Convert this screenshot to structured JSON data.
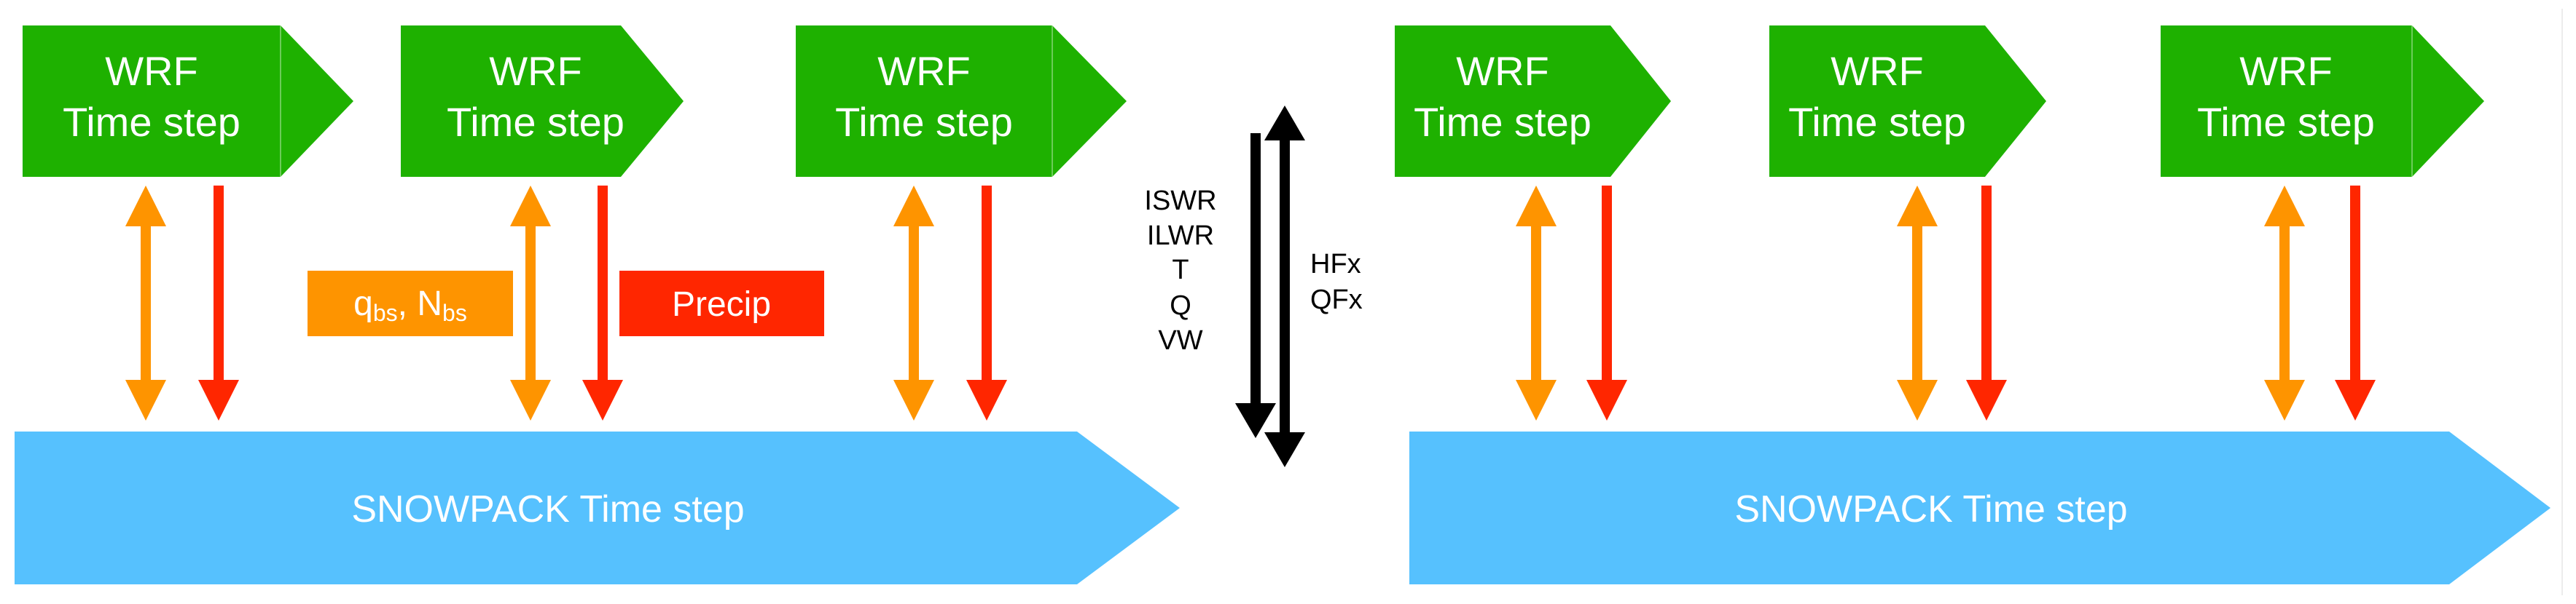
{
  "colors": {
    "wrf": "#1eb100",
    "snowpack": "#56c1fe",
    "blowing_snow": "#fe9400",
    "precip": "#ff2600",
    "coupling": "#000000"
  },
  "panels": [
    {
      "name": "left",
      "wrf_steps": [
        {
          "line1": "WRF",
          "line2": "Time step"
        },
        {
          "line1": "WRF",
          "line2": "Time step"
        },
        {
          "line1": "WRF",
          "line2": "Time step"
        }
      ],
      "snowpack_label": "SNOWPACK Time step",
      "labels": {
        "blowing_snow": {
          "main1": "q",
          "sub1": "bs",
          "sep": ", ",
          "main2": "N",
          "sub2": "bs"
        },
        "precip": "Precip"
      }
    },
    {
      "name": "right",
      "wrf_steps": [
        {
          "line1": "WRF",
          "line2": "Time step"
        },
        {
          "line1": "WRF",
          "line2": "Time step"
        },
        {
          "line1": "WRF",
          "line2": "Time step"
        }
      ],
      "snowpack_label": "SNOWPACK Time step"
    }
  ],
  "coupling": {
    "down_vars": [
      "ISWR",
      "ILWR",
      "T",
      "Q",
      "VW"
    ],
    "up_vars": [
      "HFx",
      "QFx"
    ]
  },
  "legend": {
    "orange_arrow": "bidirectional exchange q_bs, N_bs",
    "red_arrow": "downward Precip"
  }
}
